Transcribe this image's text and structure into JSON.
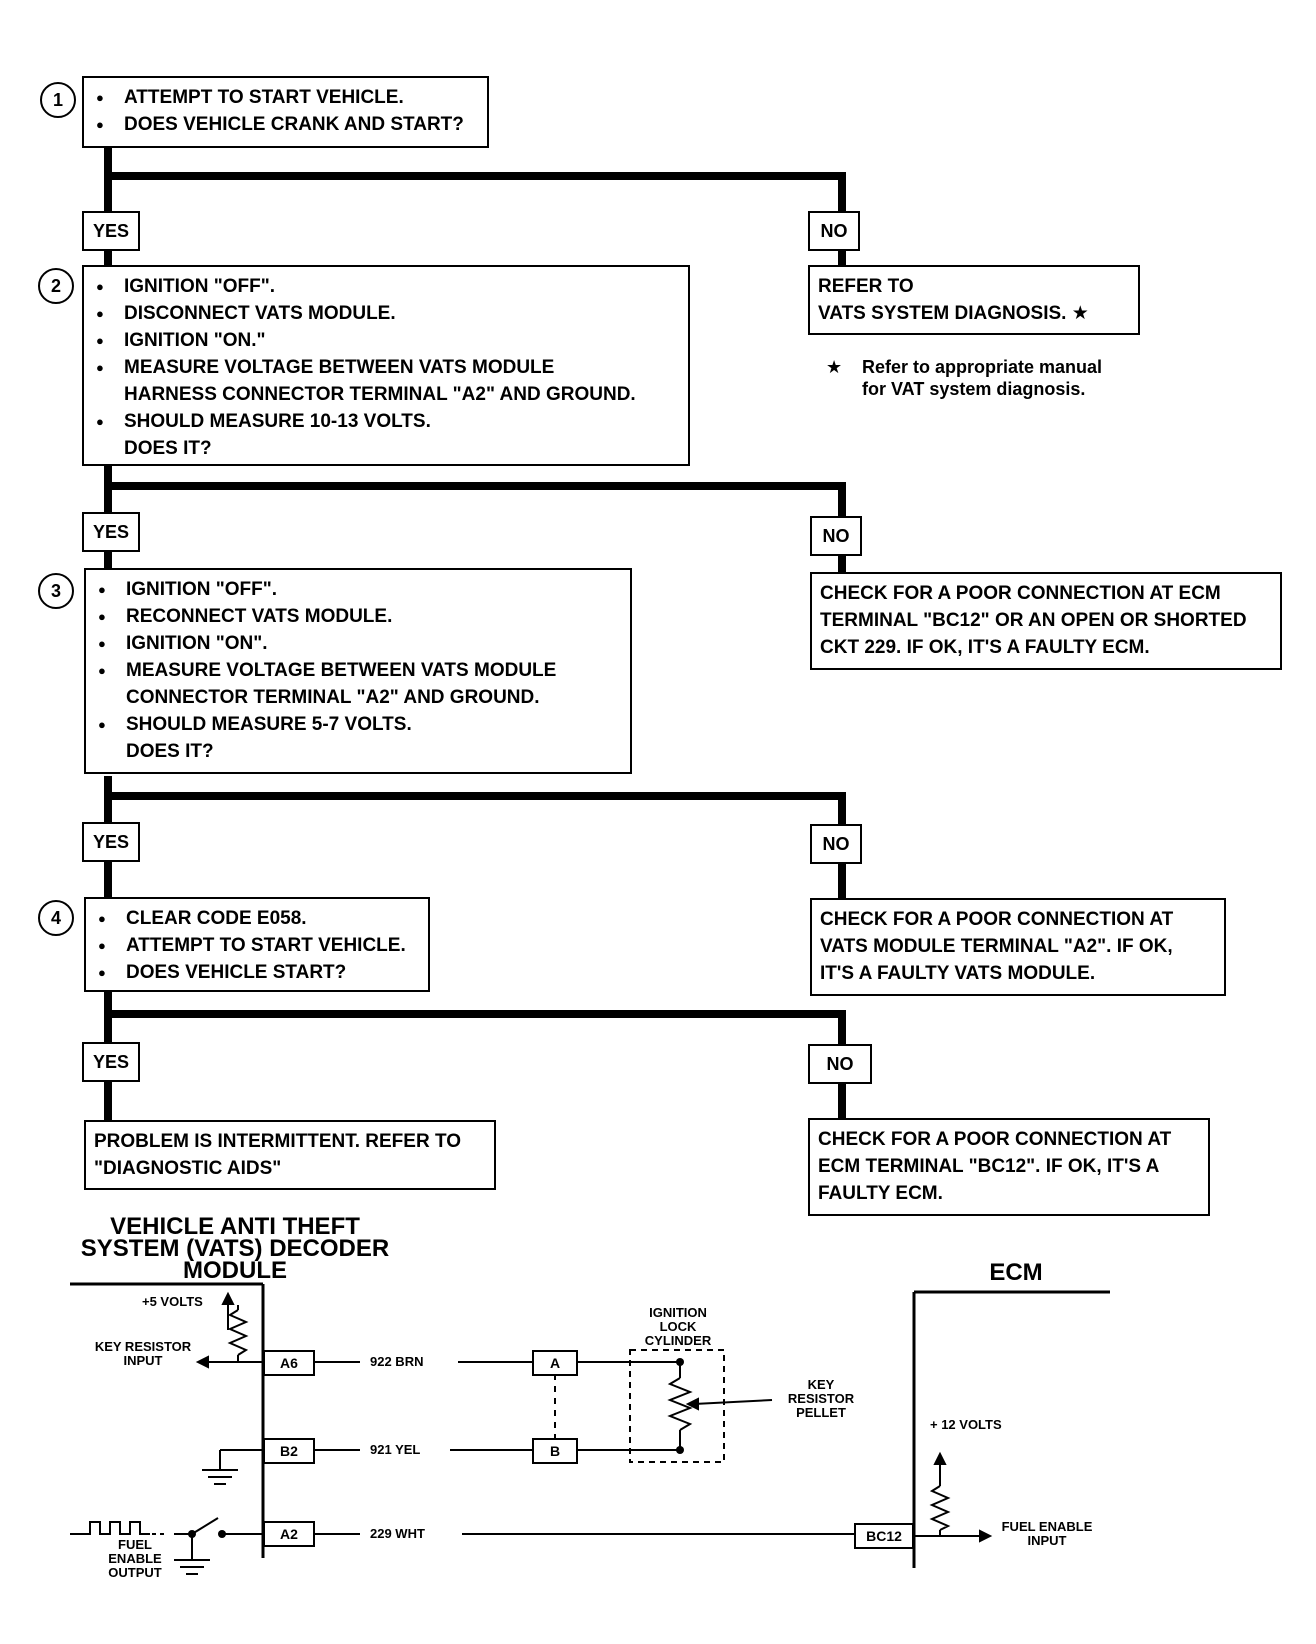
{
  "flowchart": {
    "steps": [
      {
        "number": "1",
        "items": [
          "ATTEMPT TO START VEHICLE.",
          "DOES VEHICLE CRANK AND START?"
        ]
      },
      {
        "number": "2",
        "items": [
          "IGNITION \"OFF\".",
          "DISCONNECT VATS MODULE.",
          "IGNITION \"ON.\"",
          "MEASURE VOLTAGE BETWEEN VATS MODULE",
          "HARNESS CONNECTOR TERMINAL \"A2\" AND GROUND.",
          "SHOULD MEASURE 10-13 VOLTS.",
          "DOES IT?"
        ]
      },
      {
        "number": "3",
        "items": [
          "IGNITION \"OFF\".",
          "RECONNECT VATS MODULE.",
          "IGNITION \"ON\".",
          "MEASURE VOLTAGE BETWEEN VATS MODULE",
          "CONNECTOR TERMINAL \"A2\" AND GROUND.",
          "SHOULD MEASURE 5-7 VOLTS.",
          "DOES IT?"
        ]
      },
      {
        "number": "4",
        "items": [
          "CLEAR CODE E058.",
          "ATTEMPT TO START VEHICLE.",
          "DOES VEHICLE START?"
        ]
      }
    ],
    "yes_label": "YES",
    "no_label": "NO",
    "no_results": [
      {
        "lines": [
          "REFER TO",
          "VATS SYSTEM DIAGNOSIS. ★"
        ]
      },
      {
        "lines": [
          "CHECK FOR A POOR CONNECTION AT ECM",
          "TERMINAL \"BC12\" OR AN OPEN OR SHORTED",
          "CKT 229.  IF OK, IT'S A FAULTY ECM."
        ]
      },
      {
        "lines": [
          "CHECK FOR A POOR CONNECTION AT",
          "VATS MODULE TERMINAL \"A2\".  IF OK,",
          "IT'S A FAULTY VATS MODULE."
        ]
      },
      {
        "lines": [
          "CHECK FOR A POOR CONNECTION AT",
          "ECM TERMINAL \"BC12\".  IF OK, IT'S A",
          "FAULTY ECM."
        ]
      }
    ],
    "yes_result": {
      "lines": [
        "PROBLEM IS INTERMITTENT.  REFER TO",
        "\"DIAGNOSTIC AIDS\""
      ]
    },
    "footnote": {
      "star": "★",
      "lines": [
        "Refer to appropriate manual",
        "for VAT system diagnosis."
      ]
    }
  },
  "schematic": {
    "module_title": [
      "VEHICLE ANTI THEFT",
      "SYSTEM (VATS) DECODER",
      "MODULE"
    ],
    "ecm_title": "ECM",
    "labels": {
      "plus5": "+5 VOLTS",
      "key_resistor_input": [
        "KEY RESISTOR",
        "INPUT"
      ],
      "fuel_enable_output": [
        "FUEL",
        "ENABLE",
        "OUTPUT"
      ],
      "ignition_lock": [
        "IGNITION",
        "LOCK",
        "CYLINDER"
      ],
      "key_resistor_pellet": [
        "KEY",
        "RESISTOR",
        "PELLET"
      ],
      "plus12": "+ 12  VOLTS",
      "fuel_enable_input": [
        "FUEL ENABLE",
        "INPUT"
      ]
    },
    "pins": {
      "a6": "A6",
      "b2": "B2",
      "a2": "A2",
      "conn_a": "A",
      "conn_b": "B",
      "bc12": "BC12"
    },
    "wires": {
      "brn": "922 BRN",
      "yel": "921 YEL",
      "wht": "229 WHT"
    }
  }
}
